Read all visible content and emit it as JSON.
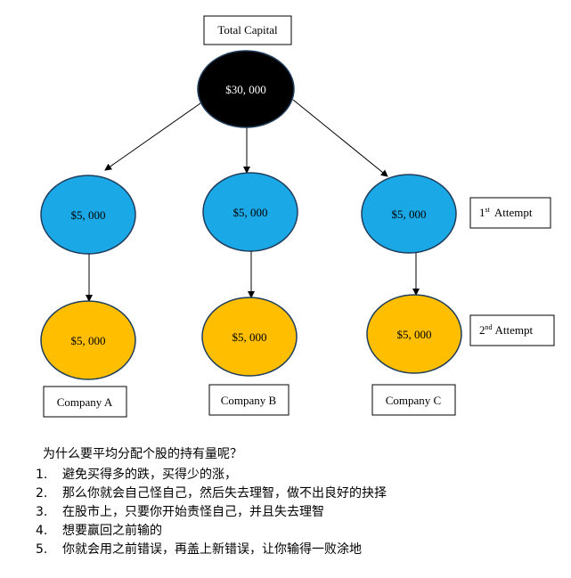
{
  "diagram": {
    "total_capital_label": "Total Capital",
    "root_value": "$30, 000",
    "first_attempt_values": [
      "$5, 000",
      "$5, 000",
      "$5, 000"
    ],
    "second_attempt_values": [
      "$5, 000",
      "$5, 000",
      "$5, 000"
    ],
    "attempt_labels": [
      {
        "ordinal": "1",
        "suffix": "st",
        "word": "Attempt"
      },
      {
        "ordinal": "2",
        "suffix": "nd",
        "word": "Attempt"
      }
    ],
    "companies": [
      "Company A",
      "Company B",
      "Company C"
    ],
    "colors": {
      "root": "#000000",
      "first_attempt": "#1aa8e6",
      "second_attempt": "#ffbf00",
      "stroke": "#1f3d5c"
    }
  },
  "notes": {
    "question": "为什么要平均分配个股的持有量呢？",
    "items": [
      {
        "num": "1.",
        "text": "避免买得多的跌，买得少的涨，"
      },
      {
        "num": "2.",
        "text": "那么你就会自己怪自己，然后失去理智，做不出良好的抉择"
      },
      {
        "num": "3.",
        "text": "在股市上，只要你开始责怪自己，并且失去理智"
      },
      {
        "num": "4.",
        "text": "想要赢回之前输的"
      },
      {
        "num": "5.",
        "text": "你就会用之前错误，再盖上新错误，让你输得一败涂地"
      }
    ]
  }
}
